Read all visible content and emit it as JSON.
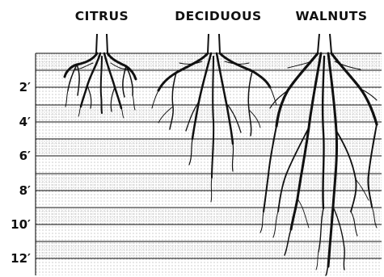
{
  "column_titles": [
    "CITRUS",
    "DECIDUOUS",
    "WALNUTS"
  ],
  "depth_labels": [
    "2′",
    "4′",
    "6′",
    "8′",
    "10′",
    "12′"
  ],
  "colors": {
    "ink": "#111111",
    "stipple": "#8a8a8a",
    "paper": "#ffffff"
  }
}
